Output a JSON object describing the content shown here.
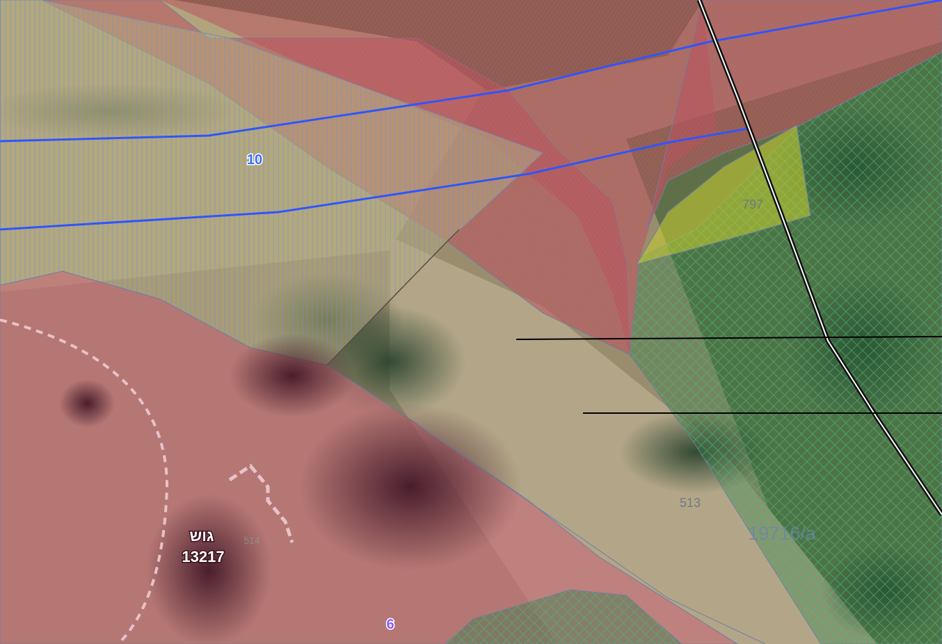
{
  "map": {
    "colors": {
      "commercial_zone": "#b8545f",
      "residential_zone": "#c76a78",
      "open_space_zone": "#2f7a48",
      "agriculture_zone": "#c8d030",
      "road_boundary": "#2f55ff",
      "railway": "#111111"
    },
    "labels": {
      "road_10": "10",
      "plot_797": "797",
      "plot_513": "513",
      "parcel": "19716/a",
      "block_line1": "גוש",
      "block_line2": "13217",
      "hidden_label": "514",
      "zone_6": "6"
    }
  }
}
